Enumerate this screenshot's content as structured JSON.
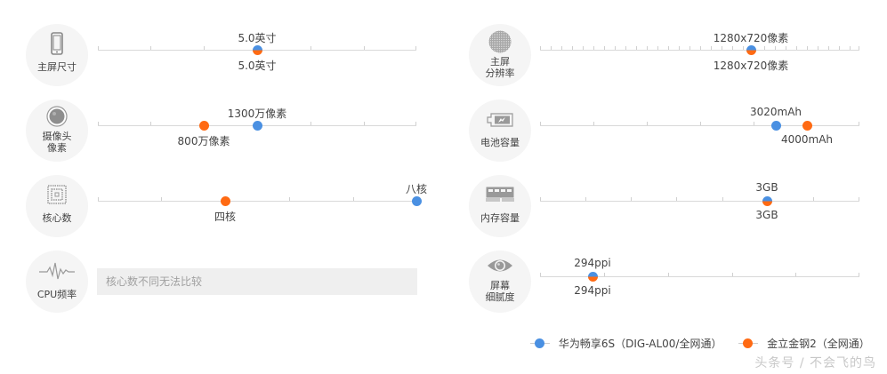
{
  "colors": {
    "phone_a": "#4a90e2",
    "phone_b": "#ff6a13",
    "track": "#d9d9d9",
    "icon_bg": "#f5f5f5"
  },
  "legend": [
    {
      "label": "华为畅享6S（DIG-AL00/全网通）",
      "color": "#4a90e2"
    },
    {
      "label": "金立金钢2（全网通）",
      "color": "#ff6a13"
    }
  ],
  "specs": {
    "screen_size": {
      "label": "主屏尺寸",
      "icon": "phone-icon",
      "a_value": "5.0英寸",
      "b_value": "5.0英寸"
    },
    "camera": {
      "label": "摄像头\n像素",
      "icon": "camera-lens-icon",
      "a_value": "1300万像素",
      "b_value": "800万像素"
    },
    "cores": {
      "label": "核心数",
      "icon": "cpu-chip-icon",
      "a_value": "八核",
      "b_value": "四核"
    },
    "cpu_freq": {
      "label": "CPU频率",
      "icon": "waveform-icon",
      "note": "核心数不同无法比较"
    },
    "resolution": {
      "label": "主屏\n分辨率",
      "icon": "screen-grid-icon",
      "a_value": "1280x720像素",
      "b_value": "1280x720像素"
    },
    "battery": {
      "label": "电池容量",
      "icon": "battery-icon",
      "a_value": "3020mAh",
      "b_value": "4000mAh"
    },
    "memory": {
      "label": "内存容量",
      "icon": "ram-module-icon",
      "a_value": "3GB",
      "b_value": "3GB"
    },
    "ppi": {
      "label": "屏幕\n细腻度",
      "icon": "eye-icon",
      "a_value": "294ppi",
      "b_value": "294ppi"
    }
  },
  "watermark": "头条号 / 不会飞的鸟"
}
